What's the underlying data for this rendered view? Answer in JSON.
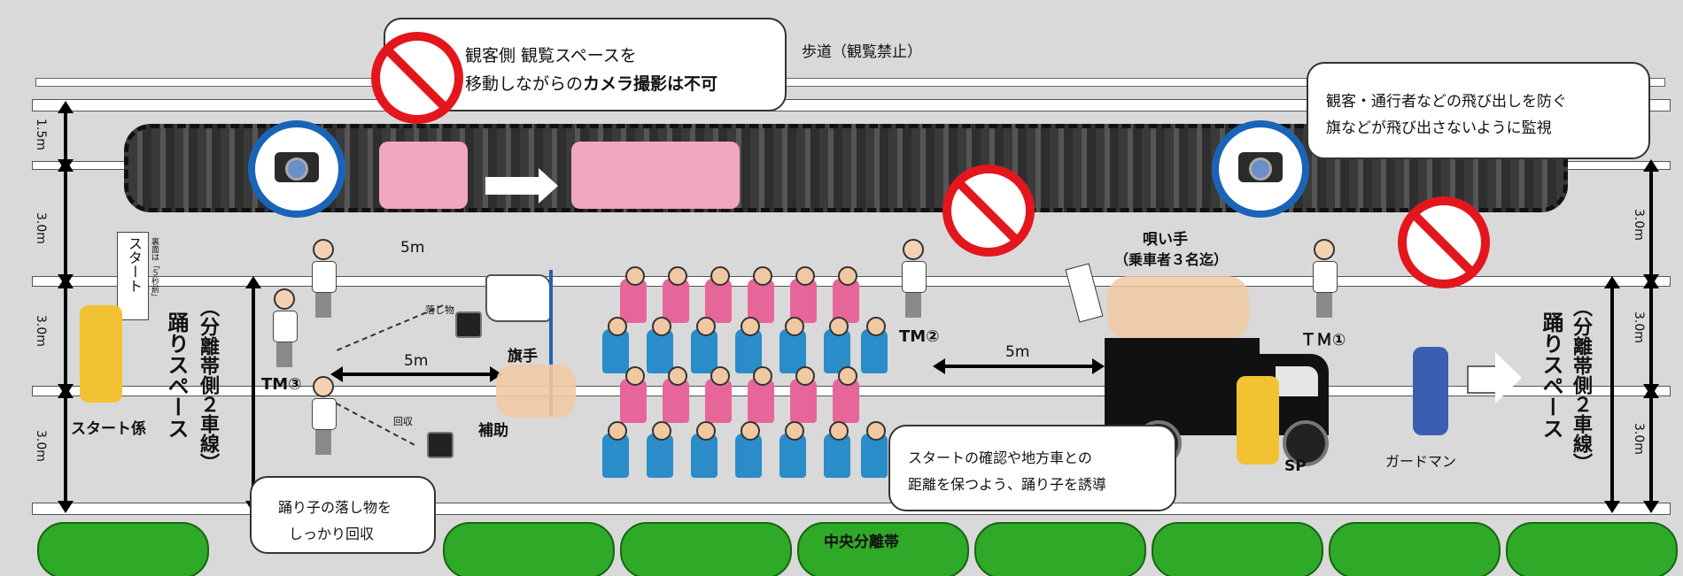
{
  "labels": {
    "sidewalk": "歩道（観覧禁止）",
    "median": "中央分離帯",
    "start_staff": "スタート係",
    "start_sign": "スタート",
    "start_sign_note": "裏面は「５秒前」",
    "dance_space": "踊りスペース",
    "dance_space_note": "（分離帯側２車線）",
    "flag_bearer": "旗手",
    "assist": "補助",
    "lead_singer": "唄い手",
    "lead_singer_note": "（乗車者３名迄）",
    "tm1": "ＴＭ①",
    "tm2": "TM②",
    "tm3": "TM③",
    "sp": "SP",
    "guardman": "ガードマン",
    "dropped": "落し物",
    "collect": "回収"
  },
  "distances": {
    "d_5m_a": "5m",
    "d_5m_b": "5m",
    "d_5m_c": "5m",
    "w_1_5m": "1.5m",
    "w_3m_left_1": "3.0m",
    "w_3m_left_2": "3.0m",
    "w_3m_left_3": "3.0m",
    "w_3m_right_1": "3.0m",
    "w_3m_right_2": "3.0m",
    "w_3m_right_3": "3.0m"
  },
  "bubbles": {
    "camera_line1": "観客側 観覧スペースを",
    "camera_line2_normal": "移動しながらの",
    "camera_line2_bold": "カメラ撮影は不可",
    "watch_line1": "観客・通行者などの飛び出しを防ぐ",
    "watch_line2": "旗などが飛び出さないように監視",
    "guide_line1": "スタートの確認や地方車との",
    "guide_line2": "距離を保つよう、踊り子を誘導",
    "collect_line1": "踊り子の落し物を",
    "collect_line2": "しっかり回収"
  },
  "colors": {
    "prohibited": "#e3161d",
    "allowed": "#1a64b8",
    "road": "#d9d9d9",
    "median_bush": "#2fa928"
  },
  "icons": [
    "no-camera-icon",
    "video-camera-icon",
    "truck-icon",
    "flag-icon"
  ]
}
